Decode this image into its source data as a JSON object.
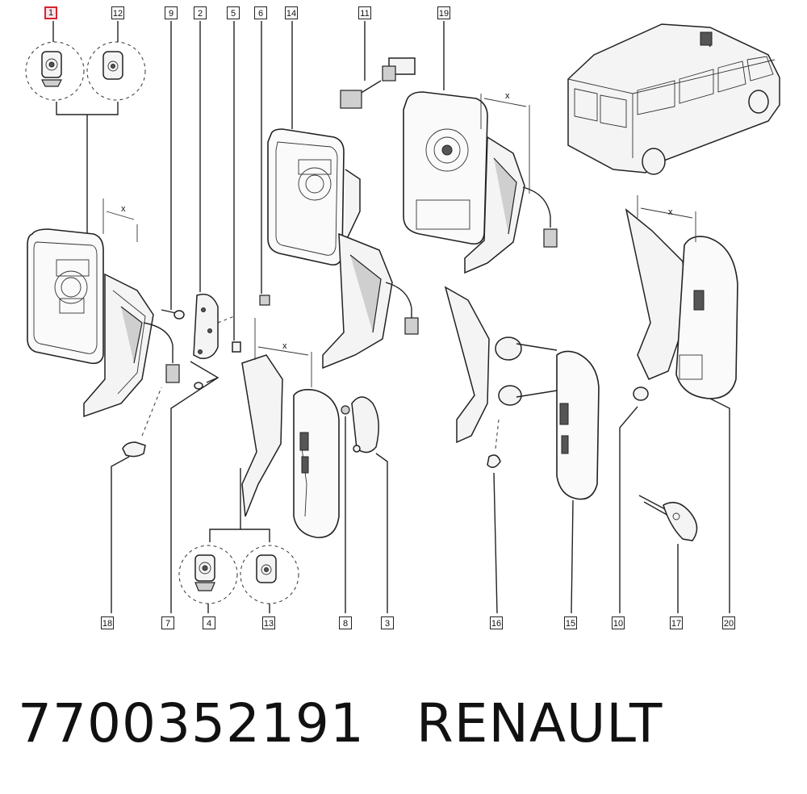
{
  "callouts": [
    {
      "label": "1",
      "highlight": true
    },
    {
      "label": "12"
    },
    {
      "label": "9"
    },
    {
      "label": "2"
    },
    {
      "label": "5"
    },
    {
      "label": "6"
    },
    {
      "label": "14"
    },
    {
      "label": "11"
    },
    {
      "label": "19"
    },
    {
      "label": "18"
    },
    {
      "label": "7"
    },
    {
      "label": "4"
    },
    {
      "label": "13"
    },
    {
      "label": "8"
    },
    {
      "label": "3"
    },
    {
      "label": "16"
    },
    {
      "label": "15"
    },
    {
      "label": "10"
    },
    {
      "label": "17"
    },
    {
      "label": "20"
    }
  ],
  "dimension_mark": "x",
  "caption": {
    "part_number": "7700352191",
    "brand": "RENAULT"
  },
  "colors": {
    "highlight_border": "#d8212f",
    "highlight_fill": "#fbe3e5"
  }
}
